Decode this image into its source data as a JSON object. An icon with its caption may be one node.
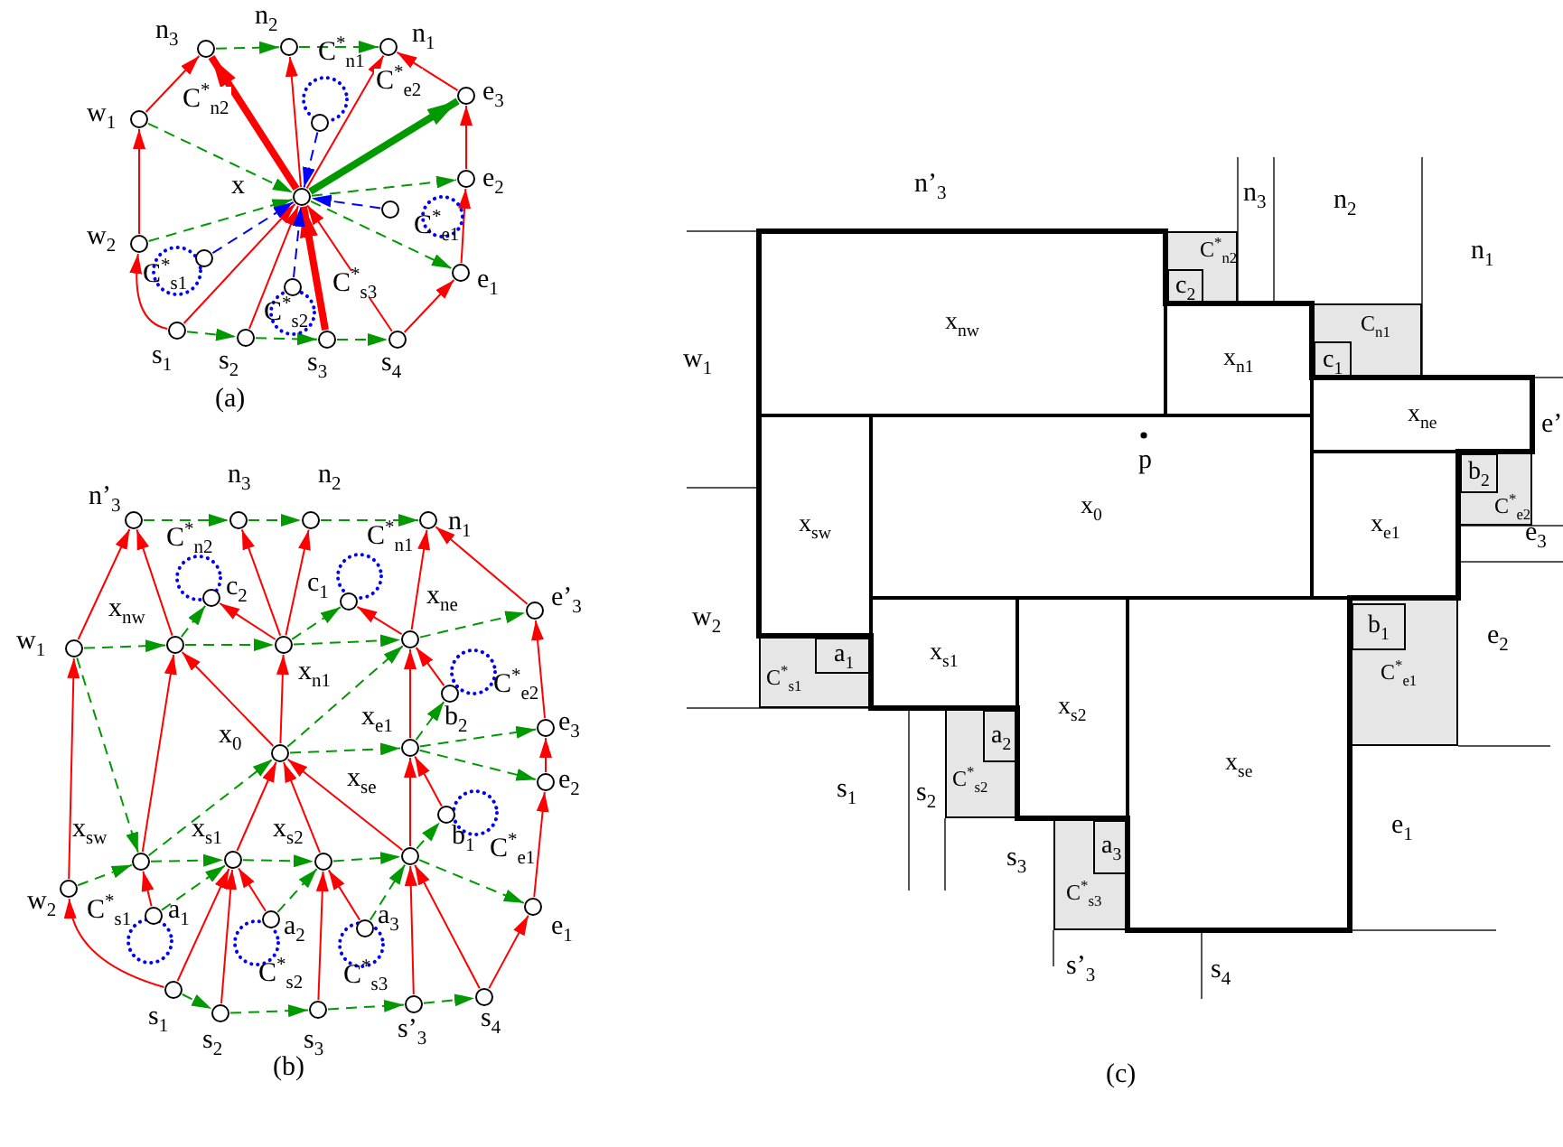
{
  "diagram": {
    "nodes": [
      {
        "text": [
          "x"
        ]
      },
      {
        "text": [
          "n$_{3}$"
        ]
      },
      {
        "text": [
          "n$_{2}$"
        ]
      },
      {
        "text": [
          "n$_{1}$"
        ]
      },
      {
        "text": [
          "w$_{1}$"
        ]
      },
      {
        "text": [
          "e$_{3}$"
        ]
      },
      {
        "text": [
          "e$_{2}$"
        ]
      },
      {
        "text": [
          "w$_{2}$"
        ]
      },
      {
        "text": [
          "e$_{1}$"
        ]
      },
      {
        "text": [
          "s$_{1}$"
        ]
      },
      {
        "text": [
          "s$_{2}$"
        ]
      },
      {
        "text": [
          "s$_{3}$"
        ]
      },
      {
        "text": [
          "s$_{4}$"
        ]
      },
      {
        "text": [
          "C$^{*}$$_{n1}$"
        ]
      },
      {
        "text": [],
        "shape": "circle"
      },
      {
        "text": [
          "C$^{*}$$_{e1}$"
        ]
      },
      {
        "text": [],
        "shape": "circle"
      },
      {
        "text": [
          "C$^{*}$$_{s1}$"
        ]
      },
      {
        "text": [],
        "shape": "circle"
      },
      {
        "text": [
          "C$^{*}$$_{s2}$"
        ]
      },
      {
        "text": [],
        "shape": "circle"
      },
      {
        "text": [
          "n’$_{3}$"
        ]
      },
      {
        "text": [
          "n$_{3}$"
        ]
      },
      {
        "text": [
          "n$_{2}$"
        ]
      },
      {
        "text": [
          "n$_{1}$"
        ]
      },
      {
        "text": [
          "C$^{*}$$_{n2}$"
        ]
      },
      {
        "text": [
          "c$_{2}$"
        ]
      },
      {
        "text": [
          "C$^{*}$$_{n1}$"
        ]
      },
      {
        "text": [
          "c$_{1}$"
        ]
      },
      {
        "text": [
          "w$_{1}$"
        ]
      },
      {
        "text": [
          "x$_{nw}$"
        ]
      },
      {
        "text": [
          "x$_{n1}$"
        ]
      },
      {
        "text": [
          "x$_{ne}$"
        ]
      },
      {
        "text": [
          "e’$_{3}$"
        ]
      },
      {
        "text": [
          "C$^{*}$$_{e2}$"
        ]
      },
      {
        "text": [
          "b$_{2}$"
        ]
      },
      {
        "text": [
          "e$_{3}$"
        ]
      },
      {
        "text": [
          "x$_{0}$"
        ]
      },
      {
        "text": [
          "x$_{e1}$"
        ]
      },
      {
        "text": [
          "e$_{2}$"
        ]
      },
      {
        "text": [
          "C$^{*}$$_{e1}$"
        ]
      },
      {
        "text": [
          "b$_{1}$"
        ]
      },
      {
        "text": [
          "x$_{sw}$"
        ]
      },
      {
        "text": [
          "x$_{s1}$"
        ]
      },
      {
        "text": [
          "x$_{s2}$"
        ]
      },
      {
        "text": [
          "x$_{se}$"
        ]
      },
      {
        "text": [
          "w$_{2}$"
        ]
      },
      {
        "text": [
          "C$^{*}$$_{s1}$"
        ]
      },
      {
        "text": [
          "a$_{1}$"
        ]
      },
      {
        "text": [
          "C$^{*}$$_{s2}$"
        ]
      },
      {
        "text": [
          "a$_{2}$"
        ]
      },
      {
        "text": [
          "C$^{*}$$_{s3}$"
        ]
      },
      {
        "text": [
          "a$_{3}$"
        ]
      },
      {
        "text": [
          "e$_{1}$"
        ]
      },
      {
        "text": [
          "s$_{1}$"
        ]
      },
      {
        "text": [
          "s$_{2}$"
        ]
      },
      {
        "text": [
          "s$_{3}$"
        ]
      },
      {
        "text": [
          "s’$_{3}$"
        ]
      },
      {
        "text": [
          "s$_{4}$"
        ]
      },
      {
        "text": [
          "x$_{nw}$"
        ]
      },
      {
        "text": [
          "C$^{*}$$_{n2}$"
        ]
      },
      {
        "text": [
          "c$_{2}$"
        ],
        "in": 60
      },
      {
        "text": [
          "x$_{n1}$"
        ]
      },
      {
        "text": [
          "C$_{n1}$"
        ]
      },
      {
        "text": [
          "c$_{1}$"
        ],
        "in": 63
      },
      {
        "text": [
          "x$_{ne}$"
        ]
      },
      {
        "text": [
          "x$_{sw}$"
        ]
      },
      {
        "text": [
          "x$_{0}$"
        ]
      },
      {
        "text": [
          "x$_{e1}$"
        ]
      },
      {
        "text": [
          "C$^{*}$$_{e2}$"
        ]
      },
      {
        "text": [
          "b$_{2}$"
        ],
        "in": 69
      },
      {
        "text": [
          "C$^{*}$$_{s1}$"
        ]
      },
      {
        "text": [
          "a$_{1}$"
        ],
        "in": 71
      },
      {
        "text": [
          "x$_{s1}$"
        ]
      },
      {
        "text": [
          "x$_{s2}$"
        ]
      },
      {
        "text": [
          "x$_{se}$"
        ]
      },
      {
        "text": [
          "C$^{*}$$_{e1}$"
        ]
      },
      {
        "text": [
          "b$_{1}$"
        ],
        "in": 76
      },
      {
        "text": [
          "C$^{*}$$_{s2}$"
        ]
      },
      {
        "text": [
          "a$_{2}$"
        ],
        "in": 78
      },
      {
        "text": [
          "C$^{*}$$_{s3}$"
        ]
      },
      {
        "text": [
          "a$_{3}$"
        ],
        "in": 80
      }
    ],
    "edges": [
      {
        "from": 7,
        "to": 4,
        "arrow": "to"
      },
      {
        "from": 4,
        "to": 1,
        "arrow": "to"
      },
      {
        "from": 0,
        "to": 1,
        "arrow": "to",
        "label": "C$^{*}$$_{n2}$",
        "style": "thick"
      },
      {
        "from": 0,
        "to": 2,
        "arrow": "to"
      },
      {
        "from": 0,
        "to": 3,
        "arrow": "to"
      },
      {
        "from": 5,
        "to": 3,
        "arrow": "to"
      },
      {
        "from": 6,
        "to": 5,
        "arrow": "to"
      },
      {
        "from": 8,
        "to": 6,
        "arrow": "to"
      },
      {
        "from": 12,
        "to": 8,
        "arrow": "to"
      },
      {
        "from": 9,
        "to": 7,
        "arrow": "to"
      },
      {
        "from": 9,
        "to": 0,
        "arrow": "to"
      },
      {
        "from": 10,
        "to": 0,
        "arrow": "to"
      },
      {
        "from": 11,
        "to": 0,
        "arrow": "to",
        "label": "C$^{*}$$_{s3}$",
        "style": "thick"
      },
      {
        "from": 12,
        "to": 0,
        "arrow": "to"
      },
      {
        "from": 1,
        "to": 2,
        "arrow": "to",
        "style": "dashed",
        "color": "#009900"
      },
      {
        "from": 2,
        "to": 3,
        "arrow": "to",
        "style": "dashed",
        "color": "#009900"
      },
      {
        "from": 4,
        "to": 0,
        "arrow": "to",
        "style": "dashed",
        "color": "#009900"
      },
      {
        "from": 7,
        "to": 0,
        "arrow": "to",
        "style": "dashed",
        "color": "#009900"
      },
      {
        "from": 0,
        "to": 5,
        "arrow": "to",
        "label": "C$^{*}$$_{e2}$",
        "style": "thick",
        "color": "#009900"
      },
      {
        "from": 0,
        "to": 6,
        "arrow": "to",
        "style": "dashed",
        "color": "#009900"
      },
      {
        "from": 0,
        "to": 8,
        "arrow": "to",
        "style": "dashed",
        "color": "#009900"
      },
      {
        "from": 9,
        "to": 10,
        "arrow": "to",
        "style": "dashed",
        "color": "#009900"
      },
      {
        "from": 10,
        "to": 11,
        "arrow": "to",
        "style": "dashed",
        "color": "#009900"
      },
      {
        "from": 11,
        "to": 12,
        "arrow": "to",
        "style": "dashed",
        "color": "#009900"
      },
      {
        "from": 14,
        "to": 0,
        "arrow": "to",
        "style": "dashed",
        "color": "#0000ff"
      },
      {
        "from": 16,
        "to": 0,
        "arrow": "to",
        "style": "dashed",
        "color": "#0000ff"
      },
      {
        "from": 18,
        "to": 0,
        "arrow": "to",
        "style": "dashed",
        "color": "#0000ff"
      },
      {
        "from": 20,
        "to": 0,
        "arrow": "to",
        "style": "dashed",
        "color": "#0000ff"
      },
      {
        "from": 46,
        "to": 29,
        "arrow": "to"
      },
      {
        "from": 29,
        "to": 21,
        "arrow": "to"
      },
      {
        "from": 30,
        "to": 21,
        "arrow": "to"
      },
      {
        "from": 42,
        "to": 30,
        "arrow": "to"
      },
      {
        "from": 31,
        "to": 22,
        "arrow": "to"
      },
      {
        "from": 31,
        "to": 23,
        "arrow": "to"
      },
      {
        "from": 31,
        "to": 26,
        "arrow": "to"
      },
      {
        "from": 37,
        "to": 31,
        "arrow": "to"
      },
      {
        "from": 37,
        "to": 30,
        "arrow": "to"
      },
      {
        "from": 32,
        "to": 24,
        "arrow": "to"
      },
      {
        "from": 33,
        "to": 24,
        "arrow": "to"
      },
      {
        "from": 32,
        "to": 28,
        "arrow": "to"
      },
      {
        "from": 38,
        "to": 32,
        "arrow": "to"
      },
      {
        "from": 35,
        "to": 32,
        "arrow": "to"
      },
      {
        "from": 36,
        "to": 33,
        "arrow": "to"
      },
      {
        "from": 39,
        "to": 36,
        "arrow": "to"
      },
      {
        "from": 53,
        "to": 39,
        "arrow": "to"
      },
      {
        "from": 58,
        "to": 53,
        "arrow": "to"
      },
      {
        "from": 45,
        "to": 38,
        "arrow": "to"
      },
      {
        "from": 41,
        "to": 38,
        "arrow": "to"
      },
      {
        "from": 45,
        "to": 37,
        "arrow": "to"
      },
      {
        "from": 43,
        "to": 37,
        "arrow": "to"
      },
      {
        "from": 44,
        "to": 37,
        "arrow": "to"
      },
      {
        "from": 48,
        "to": 42,
        "arrow": "to"
      },
      {
        "from": 54,
        "to": 43,
        "arrow": "to"
      },
      {
        "from": 55,
        "to": 43,
        "arrow": "to"
      },
      {
        "from": 50,
        "to": 43,
        "arrow": "to"
      },
      {
        "from": 56,
        "to": 44,
        "arrow": "to"
      },
      {
        "from": 52,
        "to": 44,
        "arrow": "to"
      },
      {
        "from": 57,
        "to": 45,
        "arrow": "to"
      },
      {
        "from": 58,
        "to": 45,
        "arrow": "to"
      },
      {
        "from": 54,
        "to": 46,
        "arrow": "to"
      },
      {
        "from": 21,
        "to": 22,
        "arrow": "to",
        "style": "dashed",
        "color": "#009900"
      },
      {
        "from": 22,
        "to": 23,
        "arrow": "to",
        "style": "dashed",
        "color": "#009900"
      },
      {
        "from": 23,
        "to": 24,
        "arrow": "to",
        "style": "dashed",
        "color": "#009900"
      },
      {
        "from": 29,
        "to": 30,
        "arrow": "to",
        "style": "dashed",
        "color": "#009900"
      },
      {
        "from": 30,
        "to": 31,
        "arrow": "to",
        "style": "dashed",
        "color": "#009900"
      },
      {
        "from": 31,
        "to": 32,
        "arrow": "to",
        "style": "dashed",
        "color": "#009900"
      },
      {
        "from": 32,
        "to": 33,
        "arrow": "to",
        "style": "dashed",
        "color": "#009900"
      },
      {
        "from": 29,
        "to": 42,
        "arrow": "to",
        "style": "dashed",
        "color": "#009900"
      },
      {
        "from": 30,
        "to": 26,
        "arrow": "to",
        "style": "dashed",
        "color": "#009900"
      },
      {
        "from": 31,
        "to": 28,
        "arrow": "to",
        "style": "dashed",
        "color": "#009900"
      },
      {
        "from": 42,
        "to": 37,
        "arrow": "to",
        "style": "dashed",
        "color": "#009900"
      },
      {
        "from": 37,
        "to": 32,
        "arrow": "to",
        "style": "dashed",
        "color": "#009900"
      },
      {
        "from": 37,
        "to": 38,
        "arrow": "to",
        "style": "dashed",
        "color": "#009900"
      },
      {
        "from": 38,
        "to": 36,
        "arrow": "to",
        "style": "dashed",
        "color": "#009900"
      },
      {
        "from": 38,
        "to": 39,
        "arrow": "to",
        "style": "dashed",
        "color": "#009900"
      },
      {
        "from": 38,
        "to": 35,
        "arrow": "to",
        "style": "dashed",
        "color": "#009900"
      },
      {
        "from": 45,
        "to": 41,
        "arrow": "to",
        "style": "dashed",
        "color": "#009900"
      },
      {
        "from": 46,
        "to": 42,
        "arrow": "to",
        "style": "dashed",
        "color": "#009900"
      },
      {
        "from": 42,
        "to": 43,
        "arrow": "to",
        "style": "dashed",
        "color": "#009900"
      },
      {
        "from": 43,
        "to": 44,
        "arrow": "to",
        "style": "dashed",
        "color": "#009900"
      },
      {
        "from": 44,
        "to": 45,
        "arrow": "to",
        "style": "dashed",
        "color": "#009900"
      },
      {
        "from": 45,
        "to": 53,
        "arrow": "to",
        "style": "dashed",
        "color": "#009900"
      },
      {
        "from": 48,
        "to": 43,
        "arrow": "to",
        "style": "dashed",
        "color": "#009900"
      },
      {
        "from": 50,
        "to": 44,
        "arrow": "to",
        "style": "dashed",
        "color": "#009900"
      },
      {
        "from": 52,
        "to": 45,
        "arrow": "to",
        "style": "dashed",
        "color": "#009900"
      },
      {
        "from": 54,
        "to": 55,
        "arrow": "to",
        "style": "dashed",
        "color": "#009900"
      },
      {
        "from": 55,
        "to": 56,
        "arrow": "to",
        "style": "dashed",
        "color": "#009900"
      },
      {
        "from": 56,
        "to": 57,
        "arrow": "to",
        "style": "dashed",
        "color": "#009900"
      },
      {
        "from": 57,
        "to": 58,
        "arrow": "to",
        "style": "dashed",
        "color": "#009900"
      }
    ],
    "labels": [
      "(a)",
      "(b)",
      "n’$_{3}$",
      "n$_{3}$",
      "n$_{2}$",
      "n$_{1}$",
      "w$_{1}$",
      "e’$_{3}$",
      "e$_{3}$",
      "w$_{2}$",
      "e$_{2}$",
      "s$_{1}$",
      "s$_{2}$",
      "s$_{3}$",
      "e$_{1}$",
      "s’$_{3}$",
      "s$_{4}$",
      "p",
      "(c)"
    ]
  }
}
